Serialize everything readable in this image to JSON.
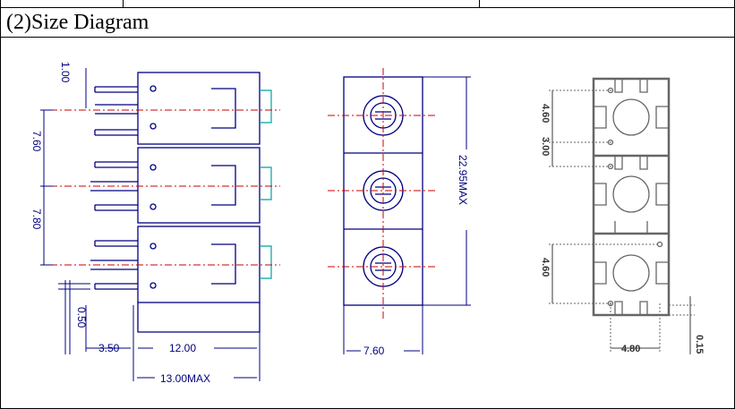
{
  "header": {
    "title": "(2)Size Diagram"
  },
  "side_view": {
    "dim_top": "1.00",
    "dim_pitch_1": "7.60",
    "dim_pitch_2": "7.80",
    "dim_pin": "0.50",
    "dim_left": "3.50",
    "dim_body": "12.00",
    "dim_total": "13.00MAX"
  },
  "front_view": {
    "dim_height": "22.95MAX",
    "dim_width": "7.60"
  },
  "bottom_view": {
    "dim_a": "4.60",
    "dim_b": "3.00",
    "dim_c": "4.80",
    "dim_d": "4.60",
    "dim_e": "0.15"
  },
  "colors": {
    "line": "#000080",
    "center_line": "#cc0000",
    "accent": "#00a0a0",
    "gray": "#666666"
  }
}
